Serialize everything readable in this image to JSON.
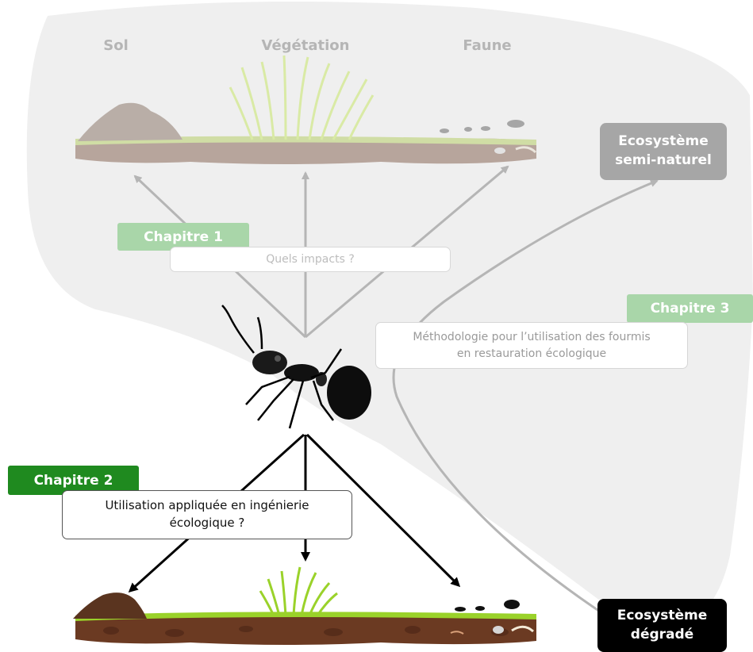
{
  "top_labels": {
    "soil": "Sol",
    "vegetation": "Végétation",
    "fauna": "Faune"
  },
  "chapter1": {
    "label": "Chapitre 1",
    "question": "Quels impacts ?"
  },
  "chapter2": {
    "label": "Chapitre 2",
    "question_line1": "Utilisation appliquée en ingénierie",
    "question_line2": "écologique ?"
  },
  "chapter3": {
    "label": "Chapitre 3",
    "question_line1": "Méthodologie pour l’utilisation des fourmis",
    "question_line2": "en restauration écologique"
  },
  "ecosystem_semi_natural": {
    "line1": "Ecosystème",
    "line2": "semi-naturel"
  },
  "ecosystem_degraded": {
    "line1": "Ecosystème",
    "line2": "dégradé"
  },
  "colors": {
    "background_blob": "#efefef",
    "chapter_faded": "#a9d6a9",
    "chapter_active": "#1f8a1f",
    "ecosystem_semi_natural": "#a6a6a6",
    "ecosystem_degraded": "#000000",
    "soil_brown": "#6b3a22",
    "grass_green": "#9ad22a"
  }
}
